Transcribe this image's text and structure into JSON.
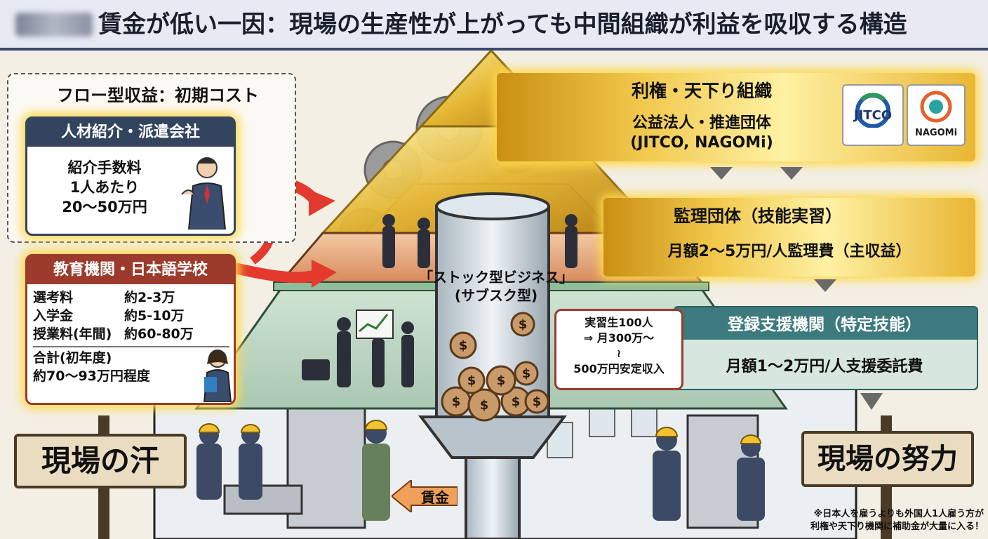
{
  "header": {
    "title": "賃金が低い一因：現場の生産性が上がっても中間組織が利益を吸収する構造"
  },
  "left_panel": {
    "title": "フロー型収益：初期コスト",
    "recruit": {
      "title": "人材紹介・派遣会社",
      "lines": [
        "紹介手数料",
        "1人あたり",
        "20〜50万円"
      ]
    },
    "school": {
      "title": "教育機関・日本語学校",
      "rows": [
        {
          "label": "選考料",
          "value": "約2-3万"
        },
        {
          "label": "入学金",
          "value": "約5-10万"
        },
        {
          "label": "授業料(年間)",
          "value": "約60-80万"
        }
      ],
      "total_label": "合計(初年度)",
      "total_value": "約70〜93万円程度"
    }
  },
  "right_panel": {
    "tier1": {
      "title": "利権・天下り組織",
      "line1": "公益法人・推進団体",
      "line2": "(JITCO, NAGOMi)"
    },
    "logos": {
      "jitco": "JITCO",
      "nagomi": "NAGOMi"
    },
    "tier2": {
      "title": "監理団体（技能実習）",
      "fee": "月額2〜5万円/人監理費（主収益）"
    },
    "tier3": {
      "title": "登録支援機関（特定技能）",
      "fee": "月額1〜2万円/人支援委託費"
    }
  },
  "center": {
    "stock_line1": "「ストック型ビジネス」",
    "stock_line2": "(サブスク型)",
    "callout": {
      "line1": "実習生100人",
      "line2": "⇒ 月300万〜",
      "line3": "≀",
      "line4": "500万円安定収入"
    }
  },
  "signs": {
    "left": "現場の汗",
    "right": "現場の努力"
  },
  "wage_arrow": "賃金",
  "footnote": {
    "line1": "※日本人を雇うよりも外国人1人雇う方が",
    "line2": "利権や天下り機関に補助金が大量に入る！"
  },
  "colors": {
    "navy": "#33445f",
    "brick": "#9c3a2c",
    "gold": "#e9b633",
    "teal": "#4d8d8f",
    "arrow_red": "#e43a2d",
    "wage_orange": "#f0a05a"
  }
}
